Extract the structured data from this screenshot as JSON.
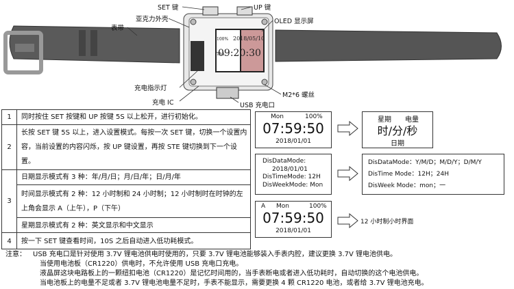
{
  "diagram": {
    "labels": {
      "set_key": "SET 键",
      "up_key": "UP 键",
      "acrylic_shell": "亚克力外壳",
      "strap": "表带",
      "oled": "OLED 显示屏",
      "charge_led": "充电指示灯",
      "charge_ic": "充电 IC",
      "screw": "M2*6 螺丝",
      "usb_port": "USB 充电口"
    },
    "watch_screen": {
      "battery": "100%",
      "day": "Thu",
      "time": "09:20:30",
      "date": "2018/05/10"
    }
  },
  "table": {
    "rows": [
      {
        "num": "1",
        "text": "同时按住 SET 按键和 UP 按键 5S 以上松开，进行初始化。"
      },
      {
        "num": "2",
        "text": "长按 SET 键 5S 以上，进入设置模式。每按一次 SET 键，切换一个设置内容，当前设置的内容闪烁，按 UP 键设置，再按 STE 键切换到下一个设置。"
      },
      {
        "num": "3",
        "parts": [
          "日期显示模式有 3 种：年/月/日；月/日/年；日/月/年",
          "时间显示模式有 2 种：12 小时制和 24 小时制；12 小时制时在时钟的左上角会显示 A（上午），P（下午）",
          "星期显示模式有 2 种：英文显示和中文显示"
        ]
      },
      {
        "num": "4",
        "text": "按一下 SET 键查看时间，10S 之后自动进入低功耗模式。"
      }
    ]
  },
  "display1": {
    "day": "Mon",
    "battery": "100%",
    "time": "07:59:50",
    "date": "2018/01/01"
  },
  "legend1": {
    "week": "星期",
    "power": "电量",
    "time": "时/分/秒",
    "date": "日期"
  },
  "settings": {
    "date_mode": "DisDataMode:",
    "date_val": "2018/01/01",
    "time_mode": "DisTimeMode: 12H",
    "week_mode": "DisWeekMode: Mon"
  },
  "options": {
    "date": "DisDataMode：Y/M/D；M/D/Y；D/M/Y",
    "time": "DisTime Mode：12H；24H",
    "week": "DisWeek Mode：mon；一"
  },
  "display2": {
    "ampm": "A",
    "day": "Mon",
    "battery": "100%",
    "time": "07:59:50",
    "date": "2018/01/01"
  },
  "ampm_note": "12 小时制小时界面",
  "notes": {
    "prefix": "注意：",
    "lines": [
      "USB 充电口是针对使用 3.7V 锂电池供电时使用的，只要 3.7V 锂电池能够装入手表内腔，建议更换 3.7V 锂电池供电。",
      "当使用电池板（CR1220）供电时，不允许使用 USB 充电口充电。",
      "液晶屏这块电路板上的一颗纽扣电池（CR1220）是记忆时间用的，当手表断电或者进入低功耗时，自动切换的这个电池供电。",
      "当电池板上的电量不足或者 3.7V 锂电池电量不足时，手表不能显示，需要更换 4 颗 CR1220 电池，或者给 3.7V 锂电池充电。"
    ]
  }
}
